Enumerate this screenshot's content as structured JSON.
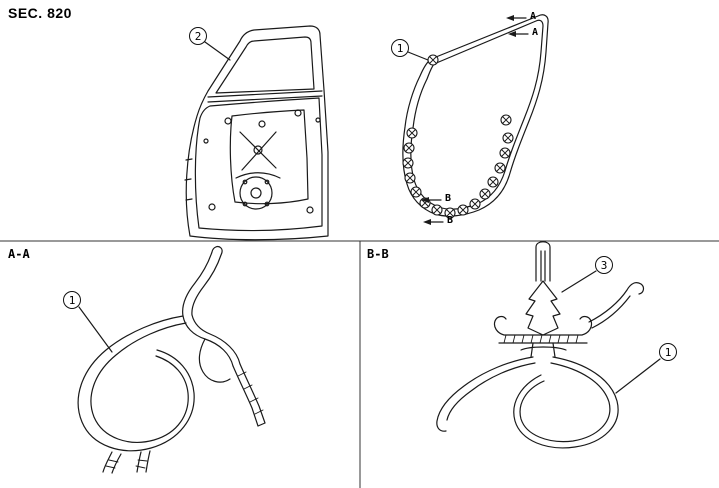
{
  "title": "SEC. 820",
  "quadrants": {
    "section_aa_label": "A-A",
    "section_bb_label": "B-B"
  },
  "callouts": {
    "door_panel": "2",
    "weatherstrip_run": "1",
    "aa_weatherstrip": "1",
    "bb_clip": "3",
    "bb_weatherstrip": "1"
  },
  "cut_markers": {
    "a_upper": "A",
    "a_lower": "A",
    "b_upper": "B",
    "b_lower": "B"
  },
  "colors": {
    "line": "#1a1a1a",
    "background": "#ffffff"
  }
}
